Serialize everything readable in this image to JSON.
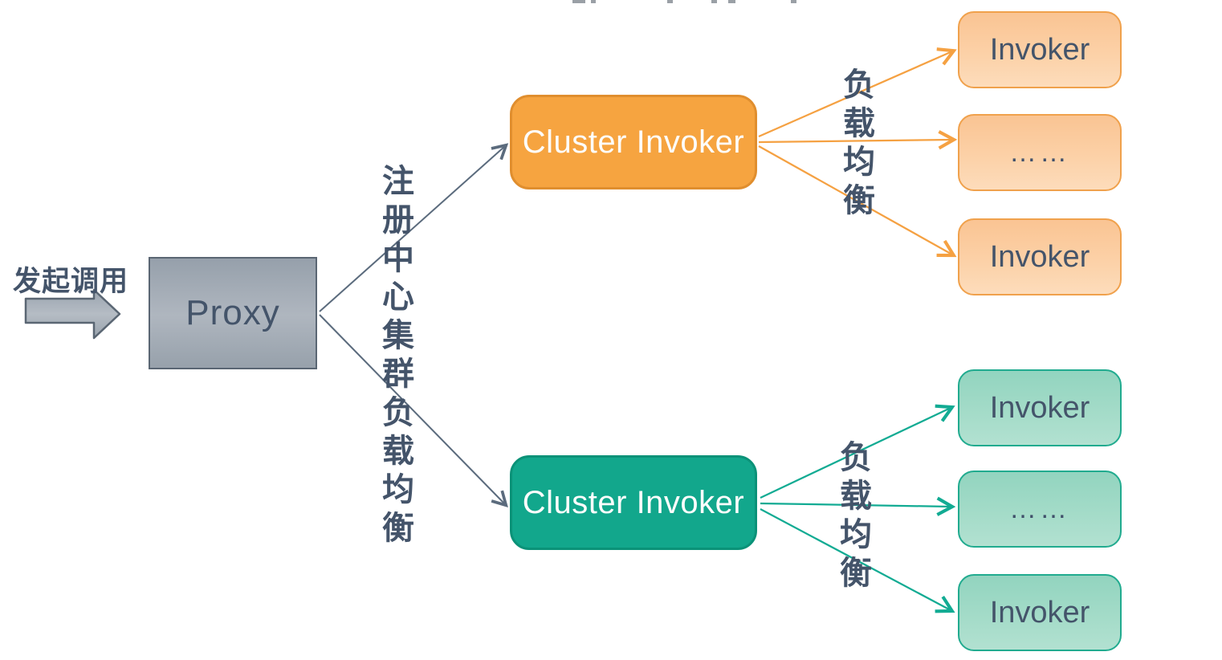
{
  "diagram": {
    "caller": {
      "label": "发起调用"
    },
    "proxy": {
      "label": "Proxy"
    },
    "registry_edge_label": "注册中心集群负载均衡",
    "cluster_a": {
      "label": "Cluster Invoker",
      "lb_label": "负载均衡",
      "accent": "#F6A440",
      "invokers": [
        "Invoker",
        "……",
        "Invoker"
      ]
    },
    "cluster_b": {
      "label": "Cluster Invoker",
      "lb_label": "负载均衡",
      "accent": "#12A78C",
      "invokers": [
        "Invoker",
        "……",
        "Invoker"
      ]
    },
    "colors": {
      "text_dark": "#44546A",
      "edge_slate": "#5B6B7D",
      "edge_orange": "#F5A142",
      "edge_teal": "#12AB93",
      "proxy_fill": "#A7AFB9",
      "invoker_orange_fill": "#FBCB9E",
      "invoker_teal_fill": "#9ED9C6"
    }
  }
}
